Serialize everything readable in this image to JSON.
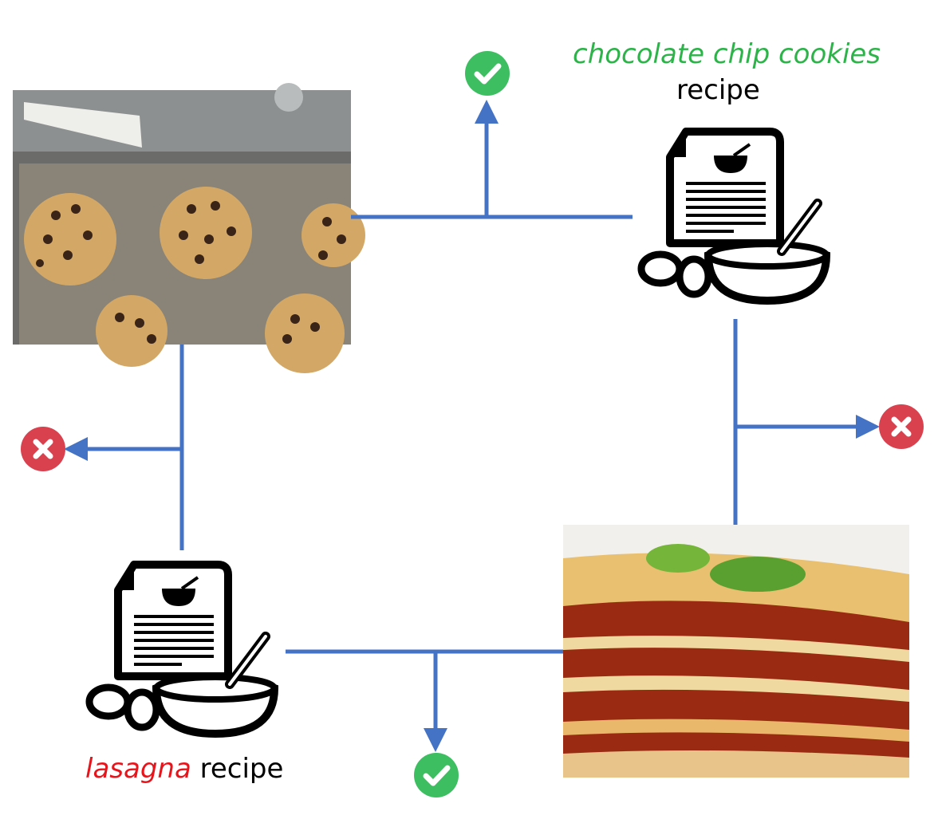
{
  "top_caption": {
    "highlight": "chocolate chip cookies",
    "rest": "recipe"
  },
  "bottom_caption": {
    "highlight": "lasagna",
    "rest": " recipe"
  },
  "colors": {
    "line": "#4472C4",
    "match": "#3DBE61",
    "mismatch": "#D9414F",
    "cookies_text": "#2DB34A",
    "lasagna_text": "#E8141B"
  },
  "icons": [
    "check-icon",
    "x-icon",
    "recipe-icon"
  ]
}
